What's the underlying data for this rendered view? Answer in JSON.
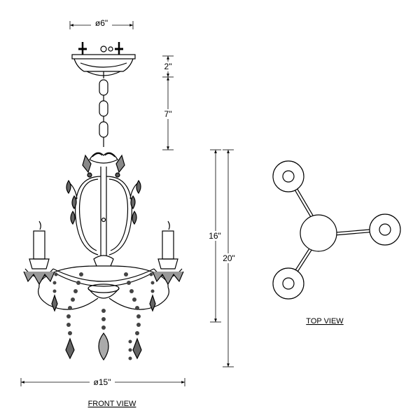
{
  "dimensions": {
    "canopy_width": "ø6\"",
    "canopy_height": "2\"",
    "chain_length": "7\"",
    "body_height": "16\"",
    "overall_height": "20\"",
    "overall_width": "ø15\""
  },
  "labels": {
    "front_view": "FRONT VIEW",
    "top_view": "TOP VIEW"
  },
  "colors": {
    "line": "#000000",
    "background": "#ffffff"
  }
}
